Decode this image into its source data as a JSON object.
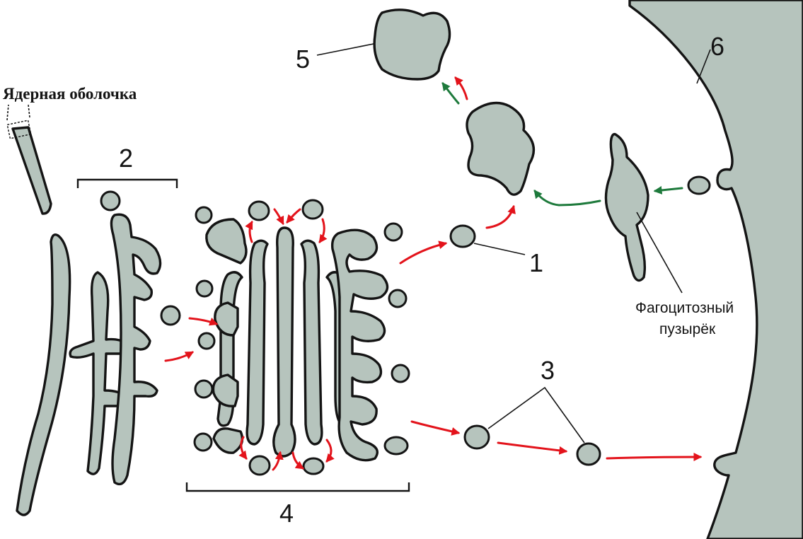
{
  "labels": {
    "nuclear_envelope": "Ядерная оболочка",
    "num_1": "1",
    "num_2": "2",
    "num_3": "3",
    "num_4": "4",
    "num_5": "5",
    "num_6": "6",
    "phago_line1": "Фагоцитозный",
    "phago_line2": "пузырёк"
  },
  "colors": {
    "organelle_fill": "#b6c4bd",
    "outline": "#141414",
    "red_arrow": "#e3131b",
    "green_arrow": "#1e7a3c"
  }
}
